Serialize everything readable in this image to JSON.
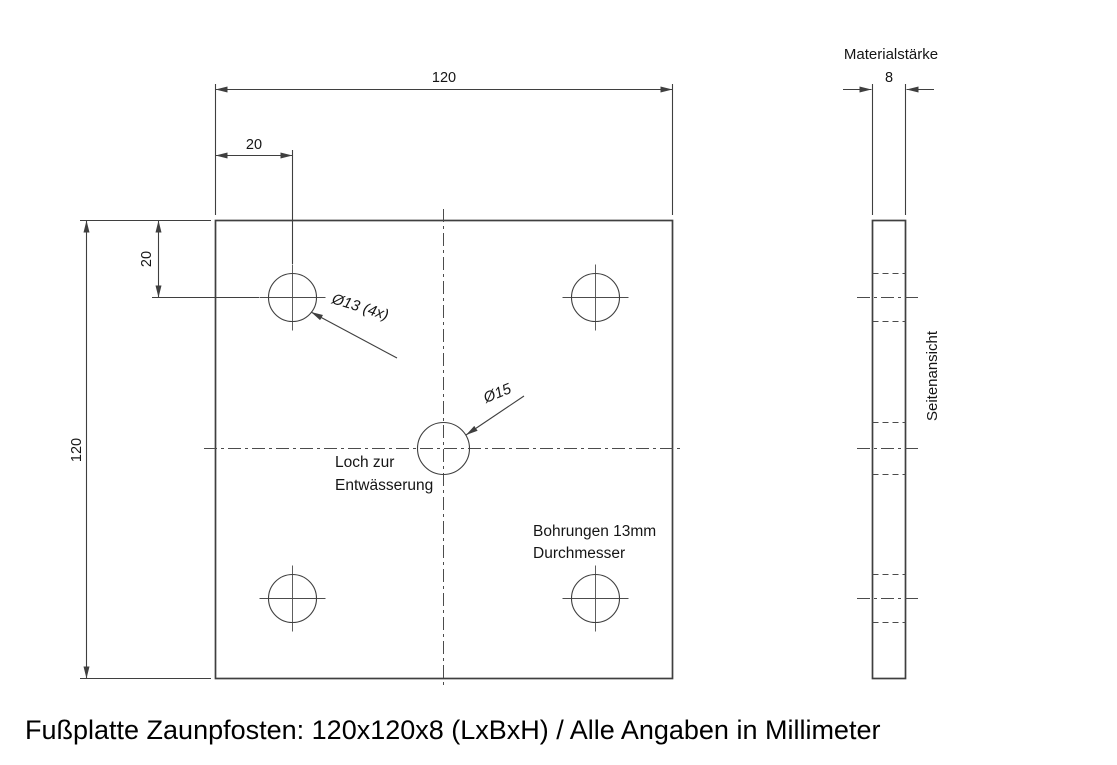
{
  "title": "Fußplatte Zaunpfosten: 120x120x8 (LxBxH) / Alle Angaben in Millimeter",
  "front_view": {
    "dim_width": "120",
    "dim_height": "120",
    "dim_hole_offset_x": "20",
    "dim_hole_offset_y": "20",
    "corner_hole_label": "Ø13 (4x)",
    "center_hole_label": "Ø15",
    "drain_note_line1": "Loch zur",
    "drain_note_line2": "Entwässerung",
    "holes_note_line1": "Bohrungen 13mm",
    "holes_note_line2": "Durchmesser"
  },
  "side_view": {
    "header": "Materialstärke",
    "dim_thickness": "8",
    "label": "Seitenansicht"
  }
}
